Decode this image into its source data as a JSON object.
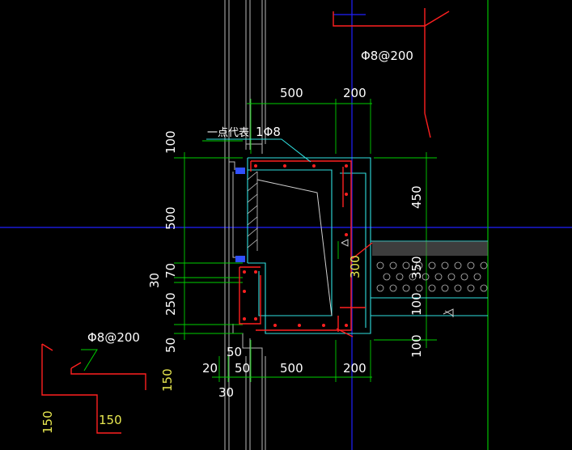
{
  "annotations": {
    "rebar_top_right": "Φ8@200",
    "rebar_bottom_left": "Φ8@200",
    "dot_legend": "一点代表",
    "dot_legend_bar": "1Φ8"
  },
  "dimensions": {
    "top_500": "500",
    "top_200": "200",
    "bottom_20": "20",
    "bottom_50": "50",
    "bottom_500": "500",
    "bottom_200": "200",
    "bottom_30": "30",
    "mid_50": "50",
    "left_100": "100",
    "left_500": "500",
    "left_70": "70",
    "left_30": "30",
    "left_250": "250",
    "left_50": "50",
    "right_450": "450",
    "right_350": "350",
    "right_100_upper": "100",
    "right_100_lower": "100",
    "inner_300": "300",
    "detail_150_right": "150",
    "detail_150_bottom": "150",
    "detail_150_left": "150"
  },
  "colors": {
    "background": "#000000",
    "axis_line": "#2020ff",
    "dimension_line": "#00d000",
    "concrete_outline": "#30e0e0",
    "rebar": "#ff2020",
    "window_frame": "#c0c0c0",
    "yellow_text": "#e8e850"
  }
}
